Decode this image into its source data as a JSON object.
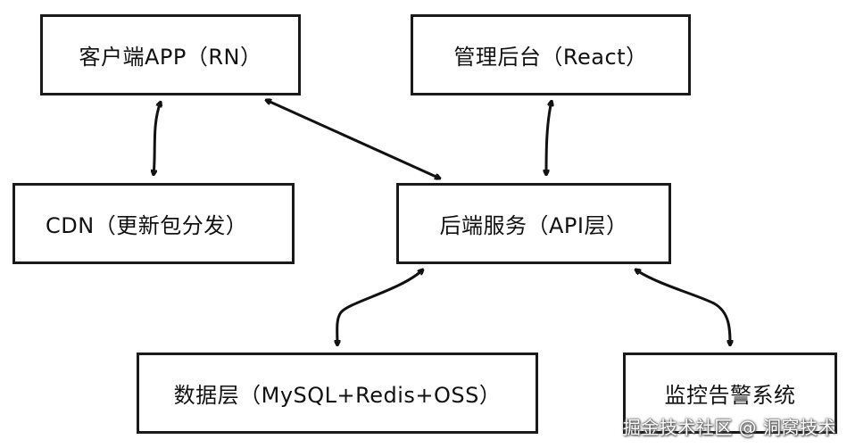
{
  "diagram": {
    "nodes": {
      "client": "客户端APP（RN）",
      "admin": "管理后台（React）",
      "cdn": "CDN（更新包分发）",
      "backend": "后端服务（API层）",
      "data": "数据层（MySQL+Redis+OSS）",
      "monitor": "监控告警系统"
    },
    "edges": [
      {
        "from": "client",
        "to": "cdn",
        "direction": "both"
      },
      {
        "from": "client",
        "to": "backend",
        "direction": "both"
      },
      {
        "from": "admin",
        "to": "backend",
        "direction": "both"
      },
      {
        "from": "backend",
        "to": "data",
        "direction": "both"
      },
      {
        "from": "backend",
        "to": "monitor",
        "direction": "both"
      }
    ]
  },
  "watermark": "掘金技术社区 @ 洞窝技术"
}
